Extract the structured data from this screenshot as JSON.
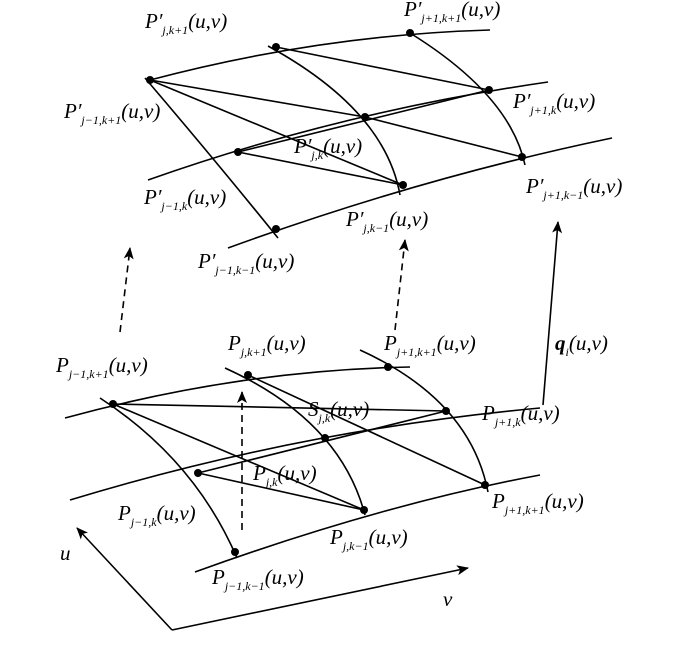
{
  "upper_surface": {
    "labels": {
      "jm1_kp1": {
        "base": "P′",
        "sub": "j−1,k+1",
        "arg": "(u,v)"
      },
      "j_kp1": {
        "base": "P′",
        "sub": "j,k+1",
        "arg": "(u,v)"
      },
      "jp1_kp1": {
        "base": "P′",
        "sub": "j+1,k+1",
        "arg": "(u,v)"
      },
      "jp1_k": {
        "base": "P′",
        "sub": "j+1,k",
        "arg": "(u,v)"
      },
      "j_k": {
        "base": "P′",
        "sub": "j,k",
        "arg": "(u,v)"
      },
      "jm1_k": {
        "base": "P′",
        "sub": "j−1,k",
        "arg": "(u,v)"
      },
      "j_km1": {
        "base": "P′",
        "sub": "j,k−1",
        "arg": "(u,v)"
      },
      "jp1_km1": {
        "base": "P′",
        "sub": "j+1,k−1",
        "arg": "(u,v)"
      },
      "jm1_km1": {
        "base": "P′",
        "sub": "j−1,k−1",
        "arg": "(u,v)"
      }
    }
  },
  "lower_surface": {
    "labels": {
      "jm1_kp1": {
        "base": "P",
        "sub": "j−1,k+1",
        "arg": "(u,v)"
      },
      "j_kp1": {
        "base": "P",
        "sub": "j,k+1",
        "arg": "(u,v)"
      },
      "jp1_kp1_top": {
        "base": "P",
        "sub": "j+1,k+1",
        "arg": "(u,v)"
      },
      "s_jk": {
        "base": "S",
        "sub": "j,k",
        "arg": "(u,v)"
      },
      "jp1_k": {
        "base": "P",
        "sub": "j+1,k",
        "arg": "(u,v)"
      },
      "j_k": {
        "base": "P",
        "sub": "j,k",
        "arg": "(u,v)"
      },
      "jm1_k": {
        "base": "P",
        "sub": "j−1,k",
        "arg": "(u,v)"
      },
      "j_km1": {
        "base": "P",
        "sub": "j,k−1",
        "arg": "(u,v)"
      },
      "jp1_kp1_bottom": {
        "base": "P",
        "sub": "j+1,k+1",
        "arg": "(u,v)"
      },
      "jm1_km1": {
        "base": "P",
        "sub": "j−1,k−1",
        "arg": "(u,v)"
      }
    }
  },
  "vector_label": {
    "base": "q",
    "sub": "i",
    "arg": "(u,v)"
  },
  "axes": {
    "u": "u",
    "v": "v"
  }
}
